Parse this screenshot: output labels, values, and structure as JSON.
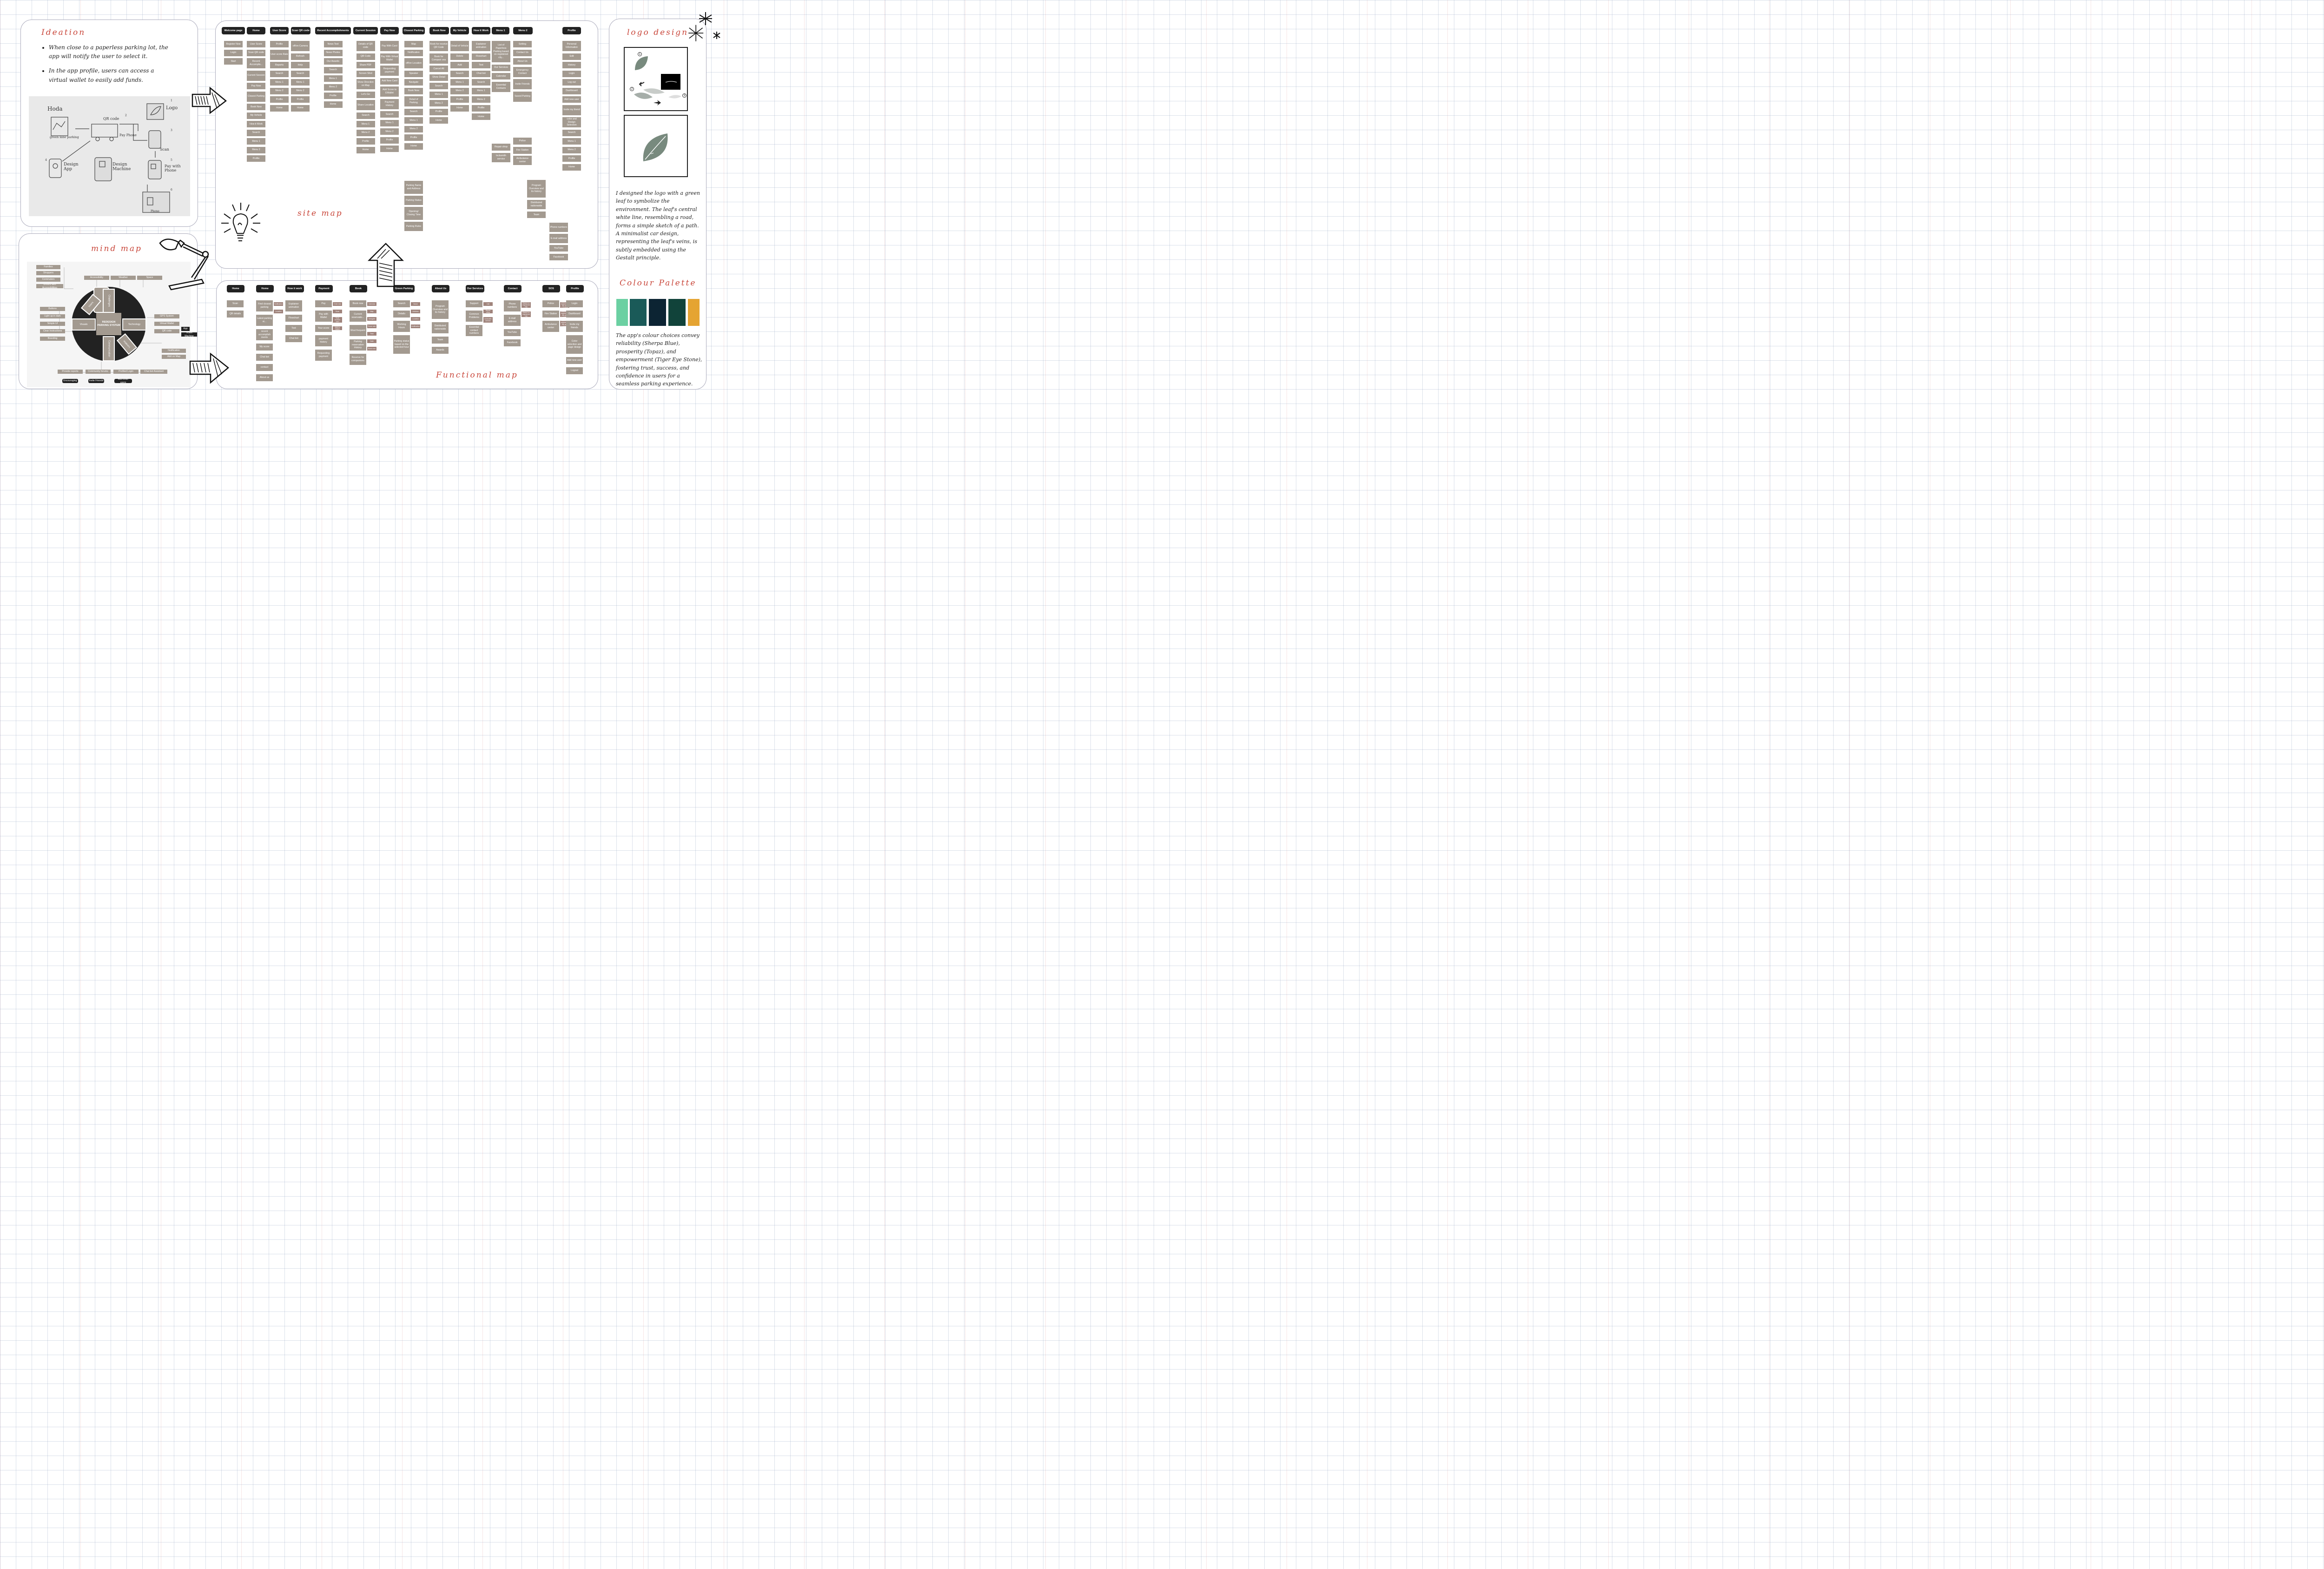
{
  "ideation": {
    "title": "Ideation",
    "bullets": [
      "When close to a paperless parking lot, the app will notify the user to select it.",
      "In the app profile, users can access a virtual wallet to easily add funds."
    ],
    "sketch": {
      "name": "Hoda",
      "labels": [
        "green lane parking",
        "QR code",
        "Pay Phone",
        "Logo",
        "Scan",
        "Pay with Phone",
        "Design App",
        "Design Machine",
        "Phone"
      ],
      "numbers": [
        "1",
        "2",
        "3",
        "4",
        "5",
        "6"
      ]
    }
  },
  "mind_map": {
    "title": "mind map",
    "center": "REDESIGN PARKING SYSTEM",
    "segments": [
      "Challenges",
      "Technology",
      "Communication",
      "Visuals",
      "Users",
      "Location"
    ],
    "left_items": [
      "Families",
      "Shoppers",
      "Commuters",
      "Drivers with Accessibilities"
    ],
    "top_items": [
      "Accessibility",
      "Weather",
      "Space"
    ],
    "visual_items": [
      "Buttons",
      "Light up in dark",
      "Simple UI",
      "Clear Instructions",
      "Branding"
    ],
    "tech_items": [
      "GPS System",
      "Virtual Wallet",
      "QR code"
    ],
    "tech_sub": [
      "App",
      "Ticket Machine"
    ],
    "comm_items": [
      "Notification",
      "Add on Map"
    ],
    "bottom_items": [
      "Provide reports",
      "Community forums",
      "Profiled Login",
      "Chat bot Assistant"
    ],
    "bottom_black": [
      "Encouraging",
      "Invite Friends",
      "Add other users"
    ]
  },
  "site_map": {
    "title": "site map",
    "columns": [
      {
        "head": "Welcome page",
        "items": [
          "Register Now",
          "Login",
          "Start"
        ]
      },
      {
        "head": "Home",
        "items": [
          "User Score",
          "Scan QR code",
          "Recent Accomplis...",
          "Current Session",
          "Pay Now",
          "Closest Parking",
          "Book Now",
          "My Vehicle",
          "How it Work",
          "Search",
          "Menu 1",
          "Menu 2",
          "Profile"
        ]
      },
      {
        "head": "User Score",
        "items": [
          "Profile",
          "User score Rate",
          "Reports",
          "Search",
          "Menu 1",
          "Menu 2",
          "Profile",
          "Home"
        ]
      },
      {
        "head": "Scan QR code",
        "items": [
          "off/on Camera",
          "Refresh",
          "Help",
          "Search",
          "Menu 1",
          "Menu 2",
          "Profile",
          "Home"
        ]
      },
      {
        "head": "Recent Accomplishments",
        "items": [
          "News Text",
          "News Photos",
          "Our Awards",
          "Search",
          "Menu 1",
          "Menu 2",
          "Profile",
          "Home"
        ]
      },
      {
        "head": "Current Session",
        "items": [
          "Details of QR code",
          "QR Code",
          "Share PDF",
          "Screen Shot",
          "Show Direction on Map",
          "Let's Go",
          "Share Location",
          "Search",
          "Menu 1",
          "Menu 2",
          "Profile",
          "Home"
        ]
      },
      {
        "head": "Pay Now",
        "items": [
          "Pay With Card",
          "Pay With Virtual Wallet",
          "Requesting payment",
          "Add New Card",
          "Add Score to EWallet",
          "Payment History",
          "Search",
          "Menu 1",
          "Menu 2",
          "Profile",
          "Home"
        ]
      },
      {
        "head": "Closest Parking",
        "items": [
          "Map",
          "Notification",
          "off/on Location",
          "Speaker",
          "Navigate",
          "Book Now",
          "Detail of Parking",
          "Search",
          "Menu 1",
          "Menu 2",
          "Profile",
          "Home"
        ],
        "details": [
          "Parking Name and Address",
          "Parking Status",
          "Opening/ Closing Time",
          "Parking Rules"
        ]
      },
      {
        "head": "Book Now",
        "items": [
          "Book for receive QR Code",
          "Book for Compani ons",
          "Cancel All",
          "Show Detail",
          "Search",
          "Menu 1",
          "Menu 2",
          "Profile",
          "Home"
        ]
      },
      {
        "head": "My Vehicle",
        "items": [
          "Detail of Vehicle",
          "Delete",
          "Add",
          "Search",
          "Menu 1",
          "Menu 2",
          "Profile",
          "Home"
        ]
      },
      {
        "head": "How it Work",
        "items": [
          "Explainer animation",
          "Flowchart",
          "Text",
          "Chat bot",
          "Search",
          "Menu 1",
          "Menu 2",
          "Profile",
          "Home"
        ]
      },
      {
        "head": "Menu 1",
        "items": [
          "List of Paperless Parking based on registered city...",
          "Our Services",
          "Calendar",
          "Essential Contacts"
        ],
        "services": [
          "Repair shop",
          "locksmith service"
        ]
      },
      {
        "head": "Menu 2",
        "items": [
          "Setting",
          "Contact Us",
          "About Us",
          "Emergency Contact",
          "Invite Friends",
          "Saved Parking"
        ],
        "emergency": [
          "Police",
          "Fire Station",
          "Ambulance center"
        ],
        "about": [
          "Program Overview and its history",
          "Distributed nationwide",
          "Team"
        ],
        "contact": [
          "Phone numbers",
          "E-mail address",
          "YouTube",
          "Facebook"
        ]
      },
      {
        "head": "Profile",
        "items": [
          "Personal Information",
          "Edit",
          "History",
          "Login",
          "Log out",
          "Dashboard",
          "Add new user",
          "Invite my friend",
          "color and Design Selection",
          "Search",
          "Menu 1",
          "Menu 2",
          "Profile",
          "Home"
        ]
      }
    ]
  },
  "functional_map": {
    "title": "Functional map",
    "columns": [
      {
        "head": "Home",
        "items": [
          "Scan",
          "QR details"
        ]
      },
      {
        "head": "Home",
        "items": [
          "Find closest parking",
          "Latest parking st...",
          "recent accomplish ments",
          "My score",
          "Chat bot",
          "contact",
          "About us"
        ],
        "subs": [
          "Notification",
          "Location"
        ]
      },
      {
        "head": "How it work",
        "items": [
          "Explainer animation",
          "Flowchart",
          "Text",
          "Chat bot"
        ]
      },
      {
        "head": "Payment",
        "items": [
          "Pay",
          "Pay with Wallet",
          "Your score",
          "payment history",
          "Requesting payment"
        ],
        "subs": [
          "Enter info",
          "Scan",
          "Scan another card",
          "Add to Wallet"
        ]
      },
      {
        "head": "Book",
        "items": [
          "Book now",
          "Current reservatio...",
          "Most frequent",
          "Parking reservation History",
          "Reserve for companions"
        ],
        "subs": [
          "Calendar",
          "Map",
          "Navigate",
          "Score rate",
          "Time",
          "Date",
          "Book now"
        ]
      },
      {
        "head": "Green Parking",
        "items": [
          "Search",
          "Details",
          "Working Hours",
          "Parking status based on the selected hour"
        ],
        "subs": [
          "Name",
          "Address",
          "Location",
          "Notification"
        ]
      },
      {
        "head": "About Us",
        "items": [
          "Program Overview and its history",
          "Distributed nationwide",
          "Team",
          "Awards"
        ]
      },
      {
        "head": "Our Services",
        "items": [
          "Support",
          "Common Problems",
          "Essential contact numbers"
        ],
        "subs": [
          "Call",
          "Repair shop",
          "locksmith service"
        ]
      },
      {
        "head": "Contact",
        "items": [
          "Phone numbers",
          "E-mail address",
          "YouTube",
          "Facebook"
        ],
        "subs": [
          "Based on registered city",
          "Based on registered city"
        ]
      },
      {
        "head": "SOS",
        "items": [
          "Police",
          "Fire Station",
          "Ambulance center"
        ],
        "subs": [
          "Based on registered city and Location",
          "Based on registered city and Location",
          "Based on registered city and Location"
        ]
      },
      {
        "head": "Profile",
        "items": [
          "Login",
          "Dashboard",
          "Invite my friends",
          "Color selection and page design",
          "Add new user",
          "Logout"
        ]
      }
    ]
  },
  "logo": {
    "title": "logo design",
    "steps": [
      "1",
      "2",
      "3"
    ],
    "description": "I designed the logo with a green leaf to symbolize the environment. The leaf's central white line, resembling a road, forms a simple sketch of a path. A minimalist car design, representing the leaf's veins, is subtly embedded using the Gestalt principle."
  },
  "palette": {
    "title": "Colour Palette",
    "colors": [
      "#6bd0a2",
      "#1a5a58",
      "#0c2433",
      "#11433a",
      "#e5a432"
    ],
    "description": "The app's colour choices convey reliability (Sherpa Blue), prosperity (Topaz), and empowerment (Tiger Eye Stone), fostering trust, success, and confidence in users for a seamless parking experience."
  },
  "icons": [
    "arrow-right-icon",
    "arrow-up-icon",
    "lightbulb-icon",
    "desk-lamp-icon",
    "asterisk-icon"
  ]
}
